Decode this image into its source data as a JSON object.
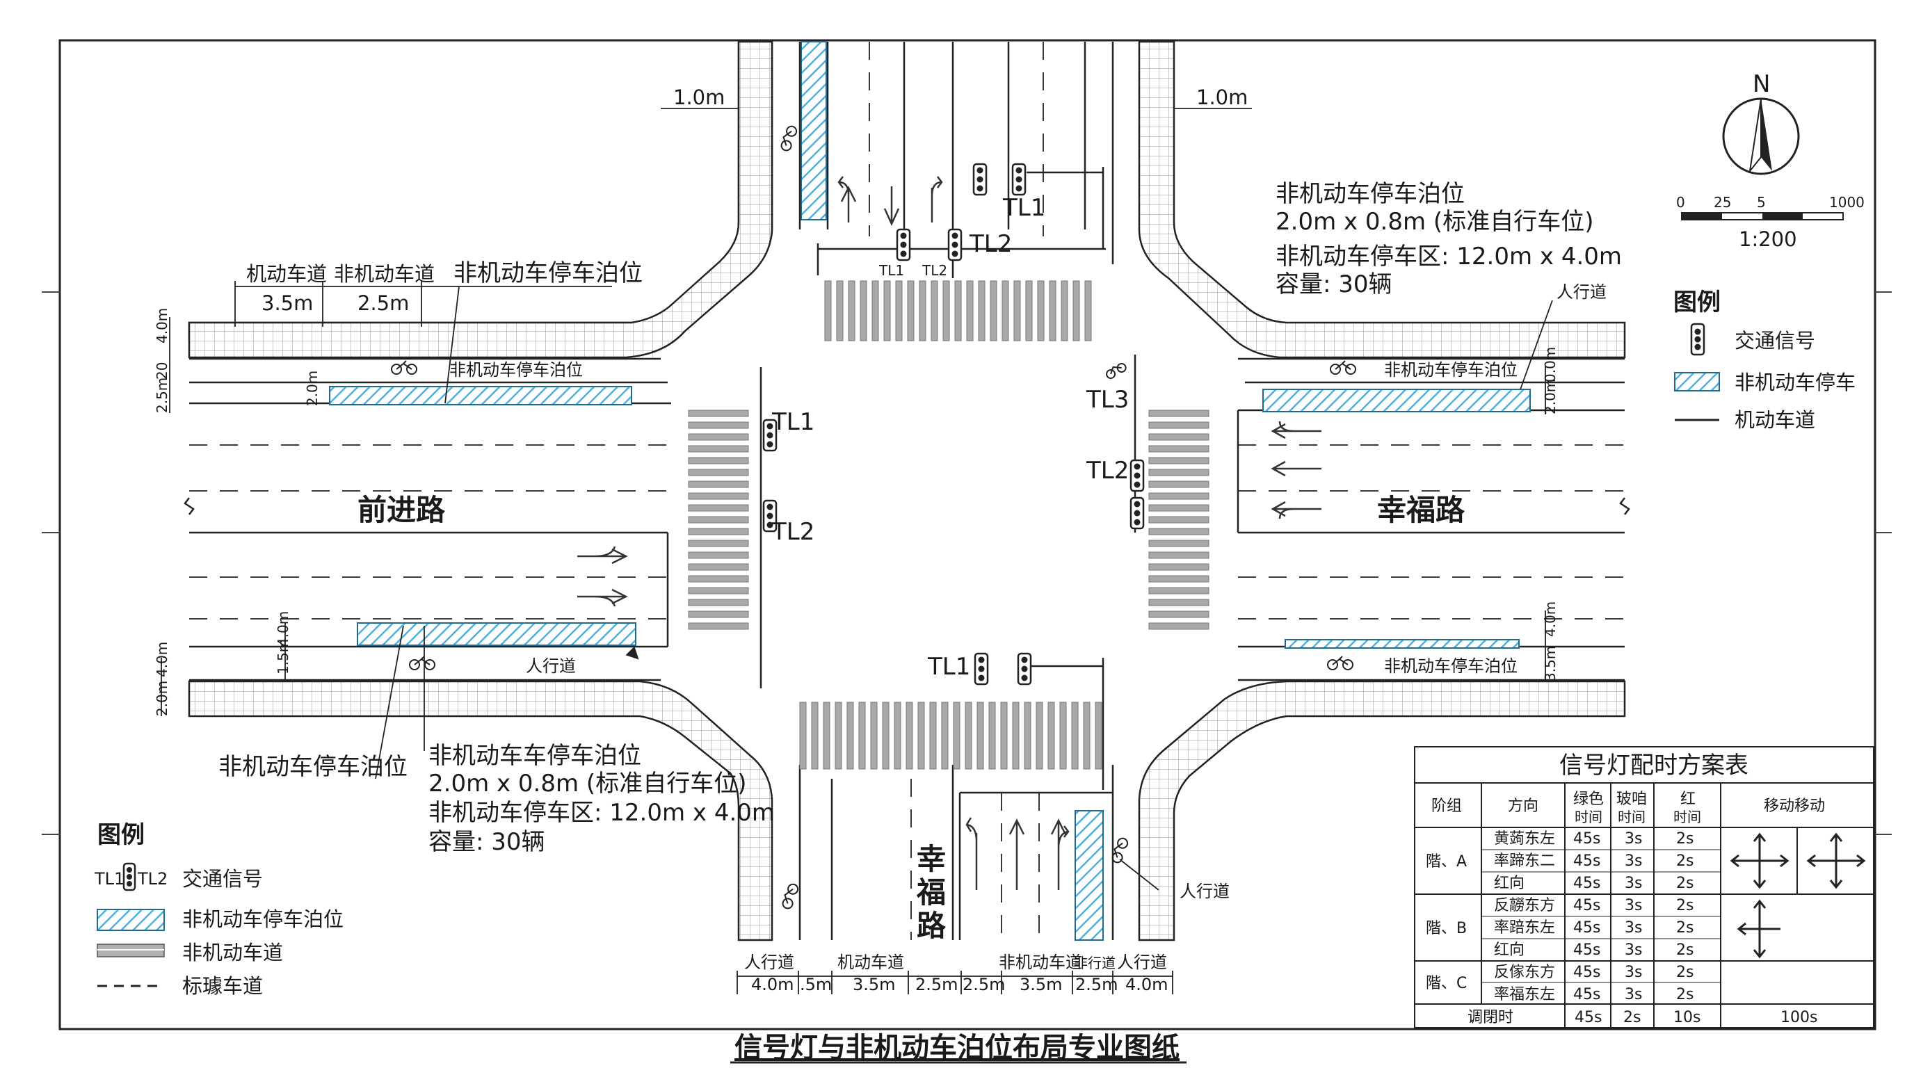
{
  "title": "信号灯与非机动车泊位布局专业图纸",
  "roads": {
    "west": "前进路",
    "east": "幸福路",
    "south_chars": [
      "幸",
      "福",
      "路"
    ]
  },
  "dimensions": {
    "top_left_offset": "1.0m",
    "top_right_offset": "1.0m",
    "west_motor_lane_label": "机动车道",
    "west_bike_lane_label": "非机动车道",
    "west_motor_lane_width": "3.5m",
    "west_bike_lane_width": "2.5m",
    "west_parking_callout": "非机动车停车泊位",
    "west_vertical": [
      "4.0m",
      "20",
      "2.5m",
      "2.0m"
    ],
    "west_lower_vertical": [
      "1.5m",
      "4.0m",
      "4.0m",
      "2.0m"
    ],
    "east_vertical": [
      "0.0m",
      "2.0m"
    ],
    "east_lower_vertical": [
      "4.0m",
      "3.5m"
    ],
    "bottom_labels": [
      "人行道",
      "机动车道",
      "非机动车道",
      "非行道",
      "人行道"
    ],
    "bottom_values": [
      "4.0m",
      ".5m",
      "3.5m",
      "2.5m",
      "2.5m",
      "3.5m",
      "2.5m",
      "4.0m"
    ]
  },
  "parking_labels": {
    "west_top": "非机动车停车泊位",
    "east_top": "非机动车停车泊位",
    "east_bottom": "非机动车停车泊位",
    "west_bottom_sidewalk": "人行道",
    "east_sidewalk": "人行道",
    "south_sidewalk": "人行道"
  },
  "info_ne": {
    "line1": "非机动车停车泊位",
    "line2": "2.0m x 0.8m (标准自行车位)",
    "line3": "非机动车停车区: 12.0m x 4.0m",
    "line4": "容量: 30辆"
  },
  "info_sw": {
    "callout": "非机动车停车泊位",
    "line1": "非机动车车停车泊位",
    "line2": "2.0m x 0.8m (标准自行车位)",
    "line3": "非机动车停车区: 12.0m x 4.0m",
    "line4": "容量: 30辆"
  },
  "signals": {
    "north_1": "TL1",
    "north_2": "TL2",
    "north_small_1": "TL1",
    "north_small_2": "TL2",
    "west_1": "TL1",
    "west_2": "TL2",
    "east_3": "TL3",
    "east_2": "TL2",
    "south_1": "TL1"
  },
  "north_arrow": {
    "label": "N"
  },
  "scale": {
    "ticks": [
      "0",
      "25",
      "5",
      "1000"
    ],
    "ratio": "1:200"
  },
  "legend_right": {
    "title": "图例",
    "items": [
      "交通信号",
      "非机动车停车",
      "机动车道"
    ]
  },
  "legend_left": {
    "title": "图例",
    "signal_prefix_1": "TL1",
    "signal_prefix_2": "TL2",
    "items": [
      "交通信号",
      "非机动车停车泊位",
      "非机动车道",
      "标璩车道"
    ]
  },
  "timing_table": {
    "title": "信号灯配时方案表",
    "headers": [
      "阶组",
      "方向",
      "绿色",
      "玻咱",
      "红",
      "移动移动"
    ],
    "subheaders": [
      "时间",
      "时间",
      "时间"
    ],
    "groups": [
      {
        "name": "階、A",
        "rows": [
          [
            "黄蒟东左",
            "45s",
            "3s",
            "2s"
          ],
          [
            "率蹄东二",
            "45s",
            "3s",
            "2s"
          ],
          [
            "红向",
            "45s",
            "3s",
            "2s"
          ]
        ]
      },
      {
        "name": "階、B",
        "rows": [
          [
            "反髝东方",
            "45s",
            "3s",
            "2s"
          ],
          [
            "率踣东左",
            "45s",
            "3s",
            "2s"
          ],
          [
            "红向",
            "45s",
            "3s",
            "2s"
          ]
        ]
      },
      {
        "name": "階、C",
        "rows": [
          [
            "反傢东方",
            "45s",
            "3s",
            "2s"
          ],
          [
            "率福东左",
            "45s",
            "3s",
            "2s"
          ]
        ]
      }
    ],
    "footer": [
      "调閉时",
      "45s",
      "2s",
      "10s",
      "100s"
    ]
  },
  "colors": {
    "parking_hatch": "#5bb7dd",
    "line": "#222222",
    "sidewalk_grid": "#b5b5b5"
  }
}
